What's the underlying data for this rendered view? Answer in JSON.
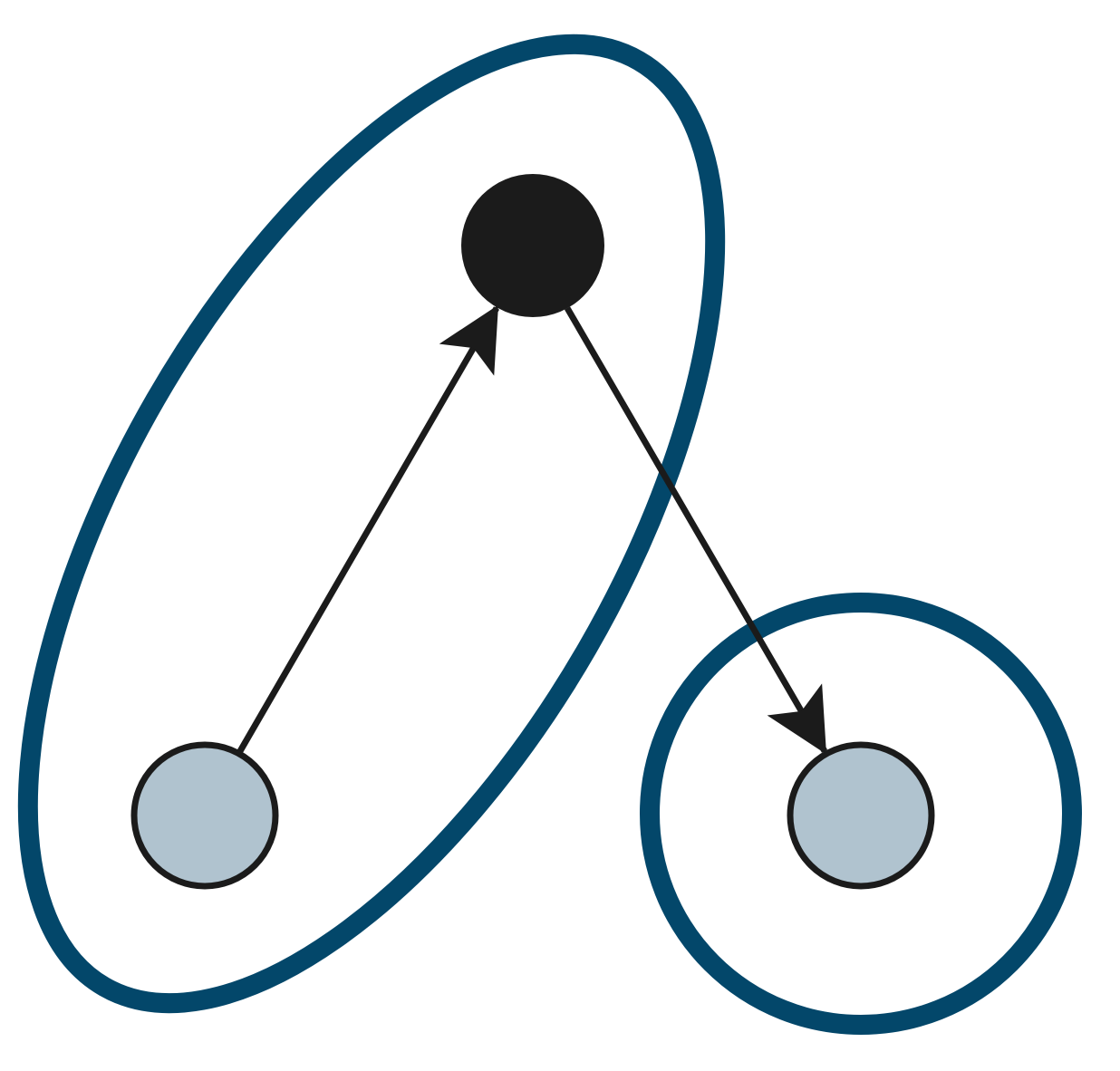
{
  "colors": {
    "background": "#ffffff",
    "group_outline": "#03476a",
    "node_dark": "#1b1b1b",
    "node_light": "#b0c3cf",
    "node_stroke": "#1b1b1b",
    "edge": "#1b1b1b"
  },
  "groups": [
    {
      "id": "group-a",
      "shape": "ellipse",
      "members": [
        "node-top",
        "node-bottom-left"
      ]
    },
    {
      "id": "group-b",
      "shape": "circle",
      "members": [
        "node-bottom-right"
      ]
    }
  ],
  "nodes": [
    {
      "id": "node-top",
      "fill": "dark"
    },
    {
      "id": "node-bottom-left",
      "fill": "light"
    },
    {
      "id": "node-bottom-right",
      "fill": "light"
    }
  ],
  "edges": [
    {
      "from": "node-bottom-left",
      "to": "node-top",
      "directed": true
    },
    {
      "from": "node-top",
      "to": "node-bottom-right",
      "directed": true
    }
  ]
}
